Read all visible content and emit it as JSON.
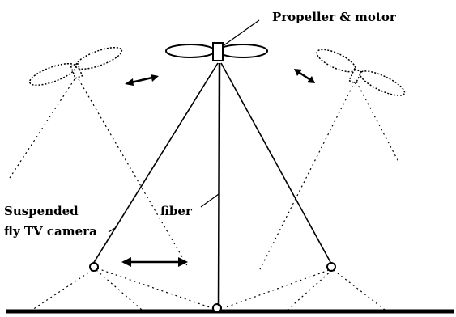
{
  "labels": {
    "propeller_motor": "Propeller & motor",
    "fiber": "fiber",
    "camera_line1": "Suspended",
    "camera_line2": "fly TV camera"
  },
  "colors": {
    "ink": "#000000",
    "background": "#ffffff"
  }
}
